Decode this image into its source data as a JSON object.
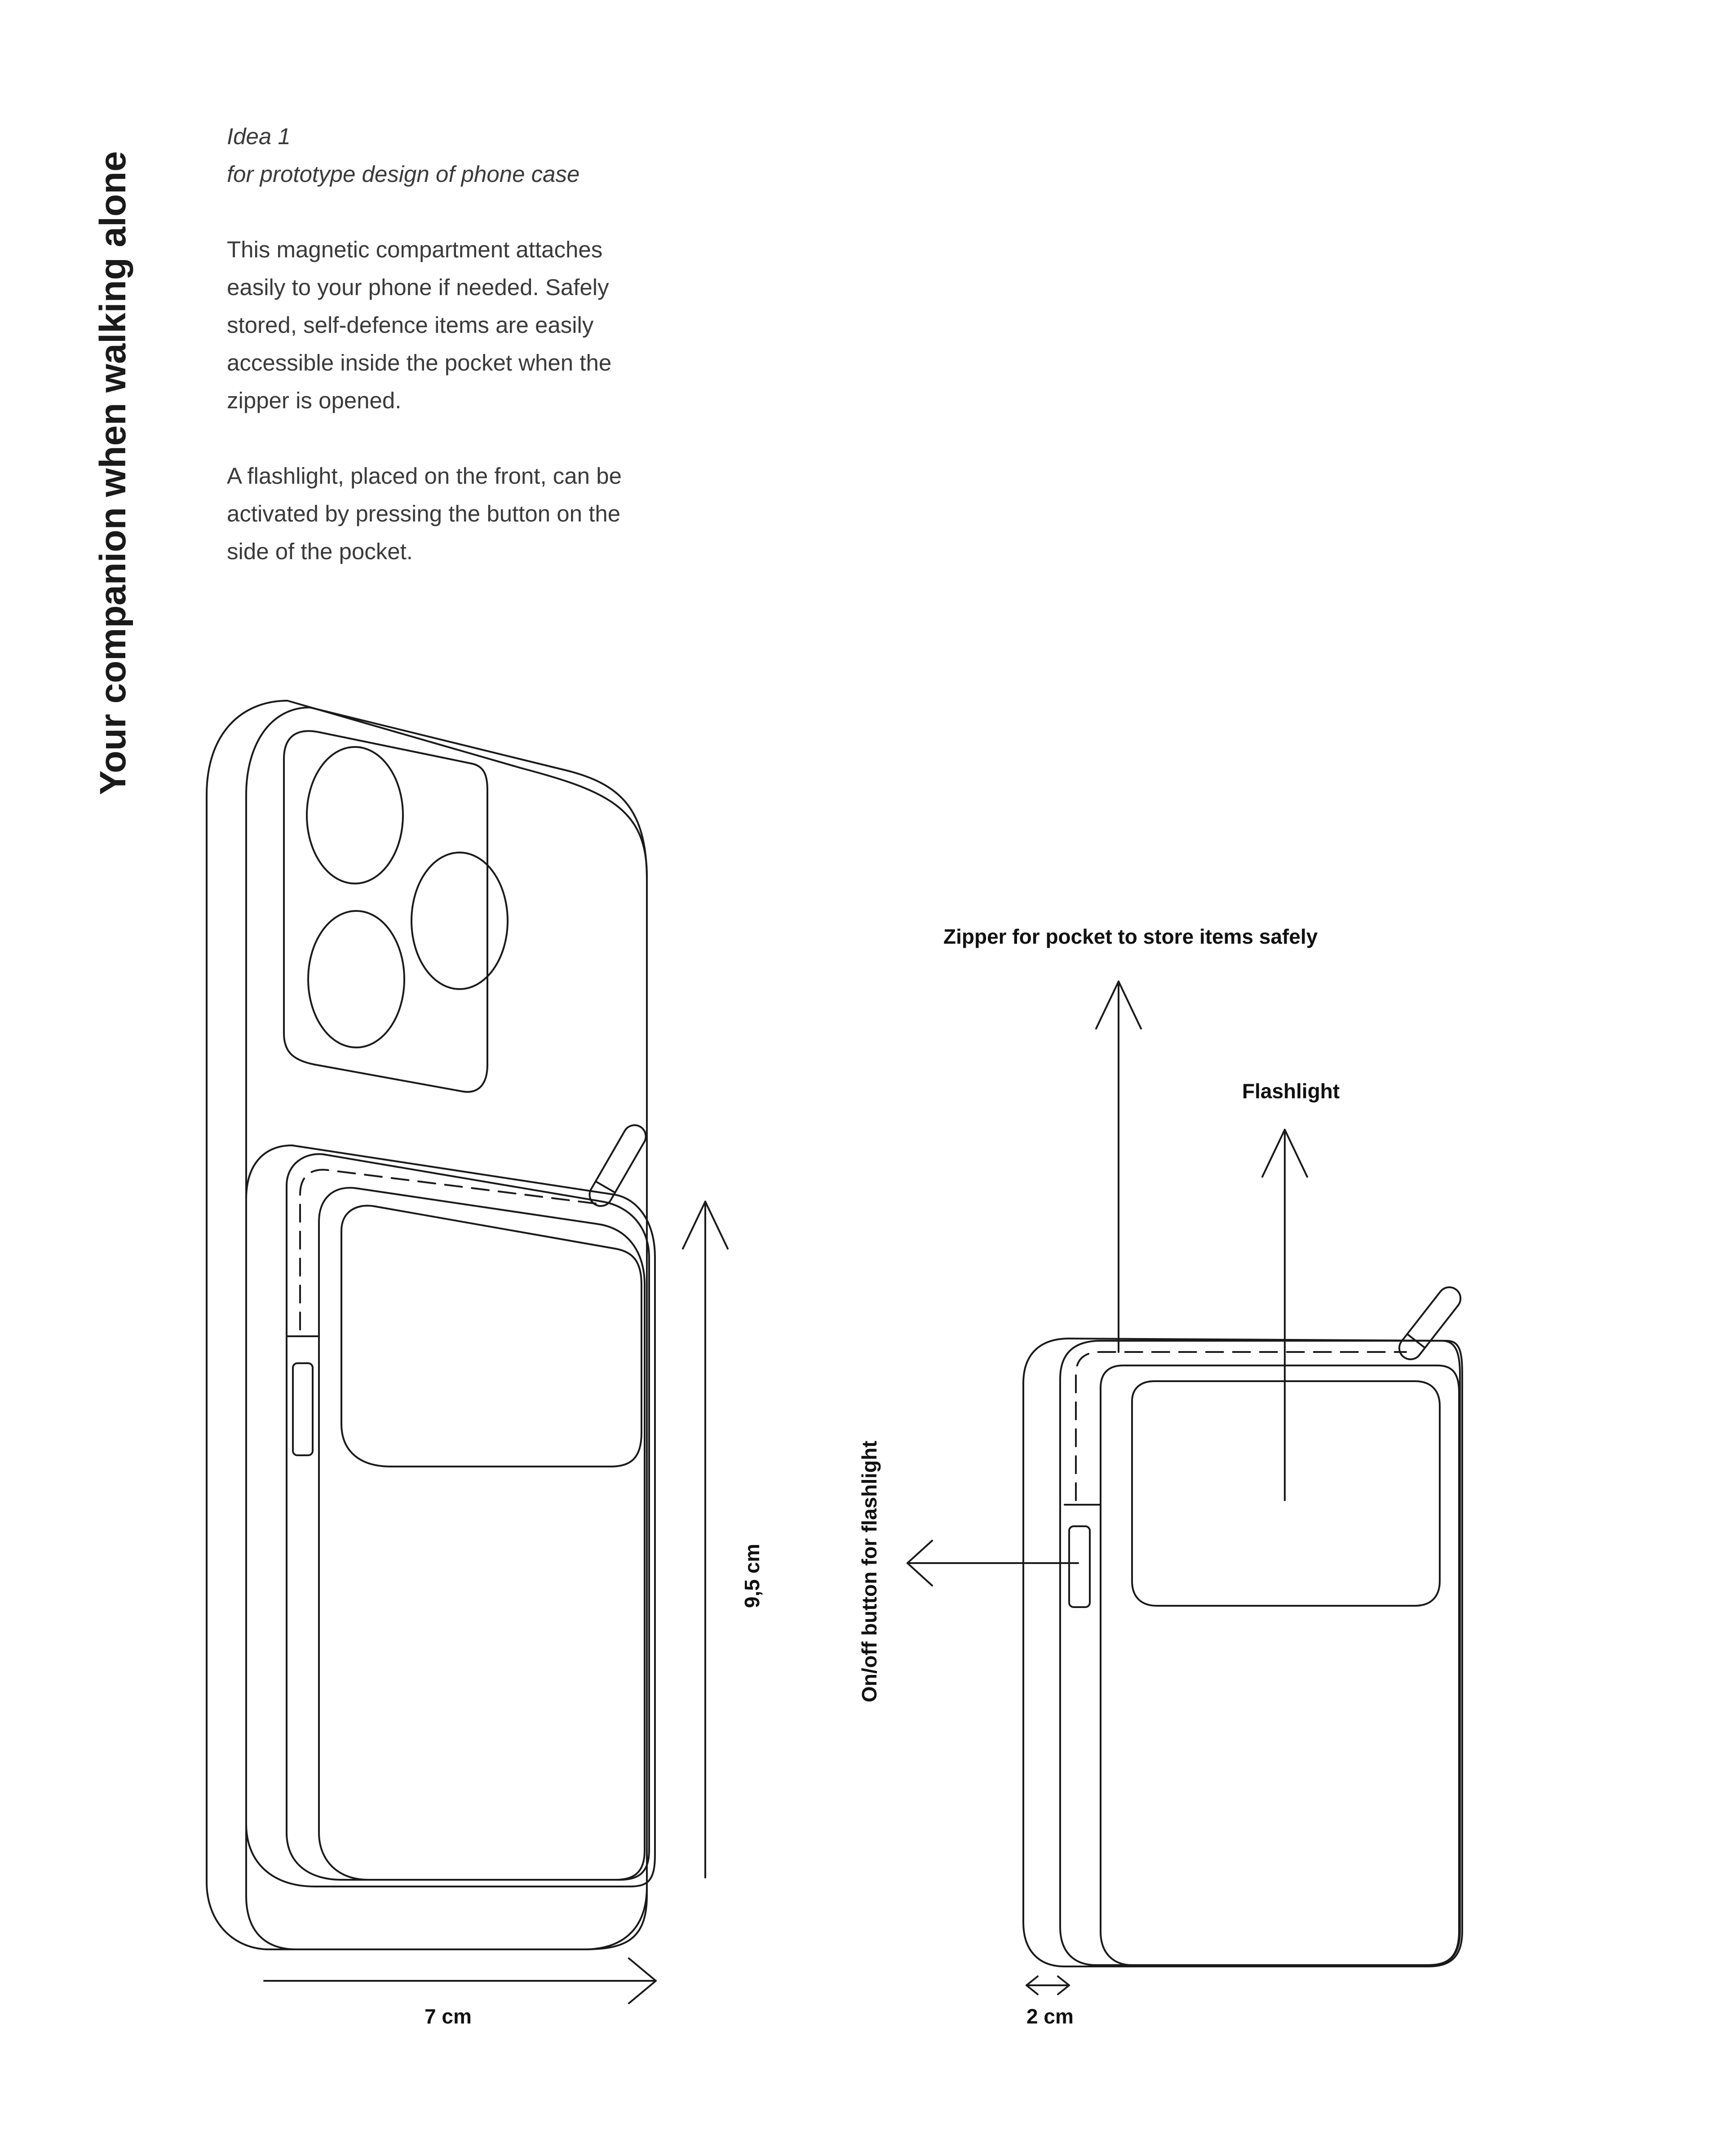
{
  "title": "Your companion when walking alone",
  "intro": {
    "idea": "Idea 1",
    "subtitle": "for prototype design of phone case",
    "paragraph1": "This magnetic compartment attaches easily to your phone if needed. Safely stored, self-defence items are easily accessible inside the pocket when the zipper is opened.",
    "paragraph2": "A flashlight, placed on the front, can be activated by pressing the button on the side of the pocket."
  },
  "labels": {
    "zipper": "Zipper for pocket to store items safely",
    "flashlight": "Flashlight",
    "button": "On/off button for flashlight",
    "height": "9,5 cm",
    "width": "7 cm",
    "depth": "2 cm"
  },
  "colors": {
    "stroke": "#1a1a1a",
    "text": "#3a3a3a"
  }
}
